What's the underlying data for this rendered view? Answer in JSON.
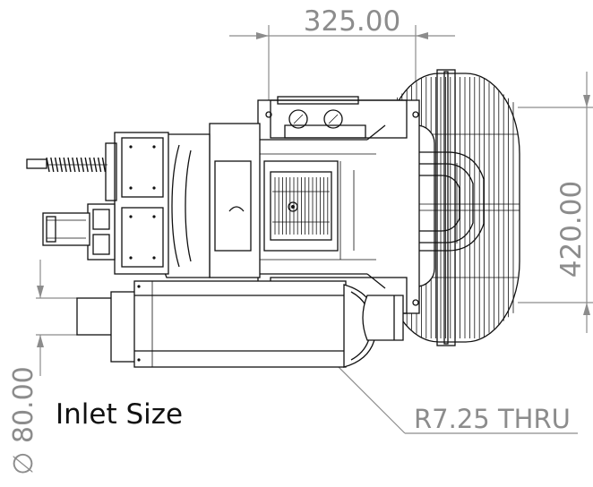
{
  "dimensions": {
    "top_width": "325.00",
    "right_height": "420.00",
    "inlet_diameter": "∅ 80.00",
    "hole_callout": "R7.25 THRU"
  },
  "labels": {
    "inlet_note": "Inlet Size"
  },
  "colors": {
    "dimension": "#8c8c8c",
    "outline": "#111111"
  }
}
